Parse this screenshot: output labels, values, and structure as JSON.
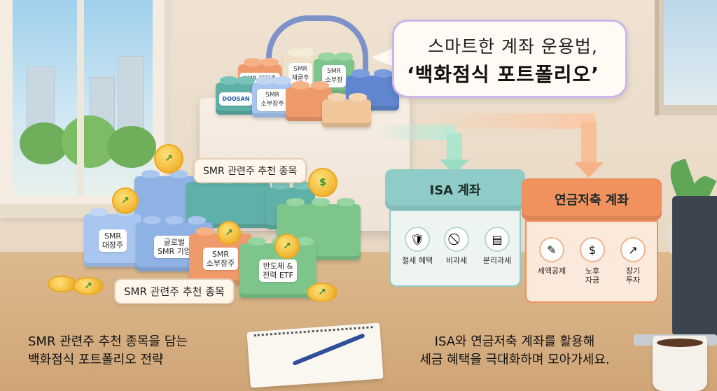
{
  "callout": {
    "line1": "스마트한 계좌 운용법,",
    "line2": "‘백화점식 포트폴리오’"
  },
  "bag_blocks": [
    {
      "label": "SMR 대장주"
    },
    {
      "label": "SMR\n채굴주"
    },
    {
      "label": "SMR\n소부장"
    },
    {
      "label": "DOOSAN"
    },
    {
      "label": "SMR\n소부장주"
    }
  ],
  "stack_label": "SMR 관련주 추천 종목",
  "front_blocks": [
    {
      "label": "SMR\n대장주"
    },
    {
      "label": "글로벌\nSMR 기업"
    },
    {
      "label": "SMR\n소부장주"
    },
    {
      "label": "반도체 &\n전력 ETF"
    }
  ],
  "table_label": "SMR 관련주 추천 종목",
  "isa": {
    "title": "ISA 계좌",
    "items": [
      {
        "icon": "shield-icon",
        "label": "절세 혜택"
      },
      {
        "icon": "no-tax-icon",
        "label": "비과세"
      },
      {
        "icon": "document-icon",
        "label": "분리과세"
      }
    ]
  },
  "pension": {
    "title": "연금저축 계좌",
    "items": [
      {
        "icon": "checklist-icon",
        "label": "세액공제"
      },
      {
        "icon": "money-bag-icon",
        "label": "노후\n자금"
      },
      {
        "icon": "growth-chart-icon",
        "label": "장기\n투자"
      }
    ]
  },
  "bottom_left": {
    "line1": "SMR 관련주 추천 종목을 담는",
    "line2": "백화점식 포트폴리오 전략"
  },
  "bottom_right": {
    "line1": "ISA와 연금저축 계좌를 활용해",
    "line2": "세금 혜택을 극대화하며 모아가세요."
  }
}
